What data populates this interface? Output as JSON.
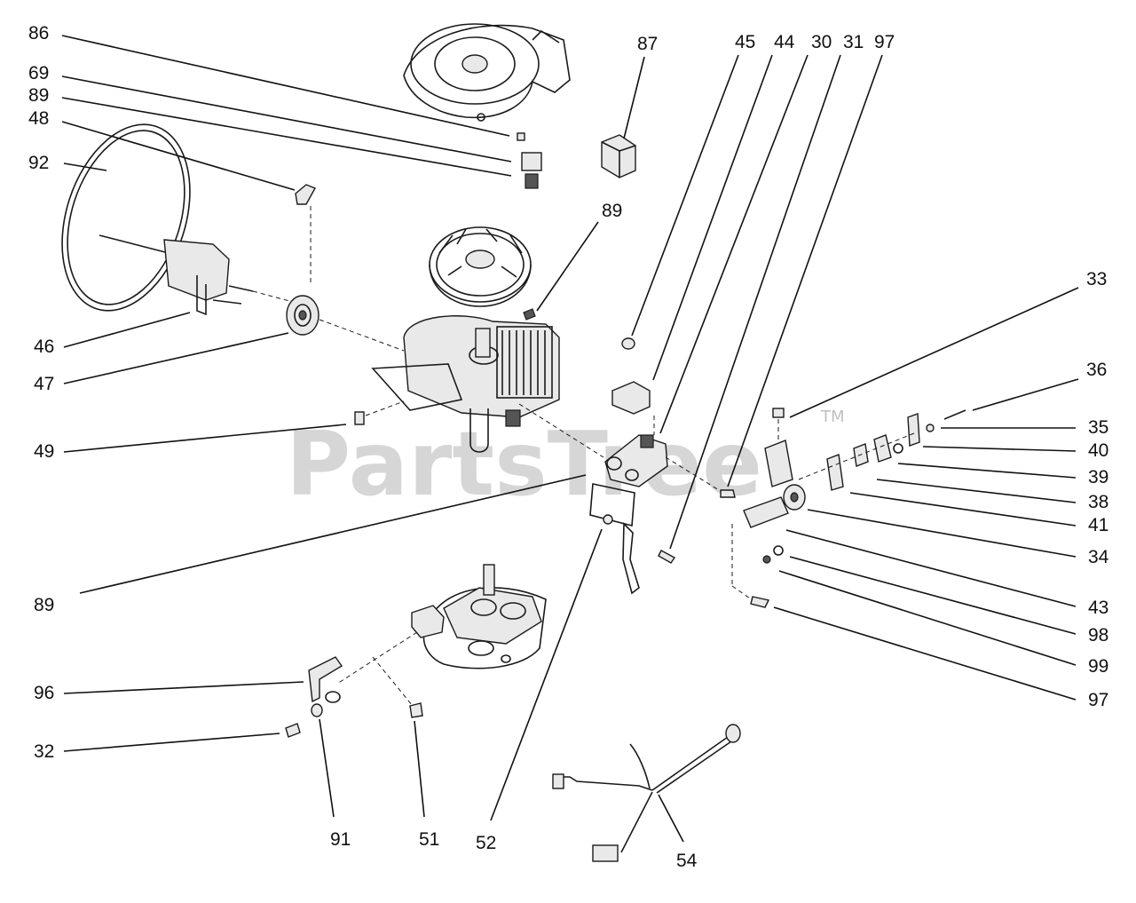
{
  "watermark": {
    "text": "PartsTree",
    "mark": "TM"
  },
  "callouts": [
    {
      "id": "86",
      "label": "86"
    },
    {
      "id": "69",
      "label": "69"
    },
    {
      "id": "89a",
      "label": "89"
    },
    {
      "id": "48",
      "label": "48"
    },
    {
      "id": "92",
      "label": "92"
    },
    {
      "id": "46",
      "label": "46"
    },
    {
      "id": "47",
      "label": "47"
    },
    {
      "id": "49",
      "label": "49"
    },
    {
      "id": "89b",
      "label": "89"
    },
    {
      "id": "96",
      "label": "96"
    },
    {
      "id": "32",
      "label": "32"
    },
    {
      "id": "91",
      "label": "91"
    },
    {
      "id": "51",
      "label": "51"
    },
    {
      "id": "52",
      "label": "52"
    },
    {
      "id": "54",
      "label": "54"
    },
    {
      "id": "87",
      "label": "87"
    },
    {
      "id": "89c",
      "label": "89"
    },
    {
      "id": "45",
      "label": "45"
    },
    {
      "id": "44",
      "label": "44"
    },
    {
      "id": "30",
      "label": "30"
    },
    {
      "id": "31",
      "label": "31"
    },
    {
      "id": "97a",
      "label": "97"
    },
    {
      "id": "33",
      "label": "33"
    },
    {
      "id": "36",
      "label": "36"
    },
    {
      "id": "35",
      "label": "35"
    },
    {
      "id": "40",
      "label": "40"
    },
    {
      "id": "39",
      "label": "39"
    },
    {
      "id": "38",
      "label": "38"
    },
    {
      "id": "41",
      "label": "41"
    },
    {
      "id": "34",
      "label": "34"
    },
    {
      "id": "43",
      "label": "43"
    },
    {
      "id": "98",
      "label": "98"
    },
    {
      "id": "99",
      "label": "99"
    },
    {
      "id": "97b",
      "label": "97"
    }
  ]
}
